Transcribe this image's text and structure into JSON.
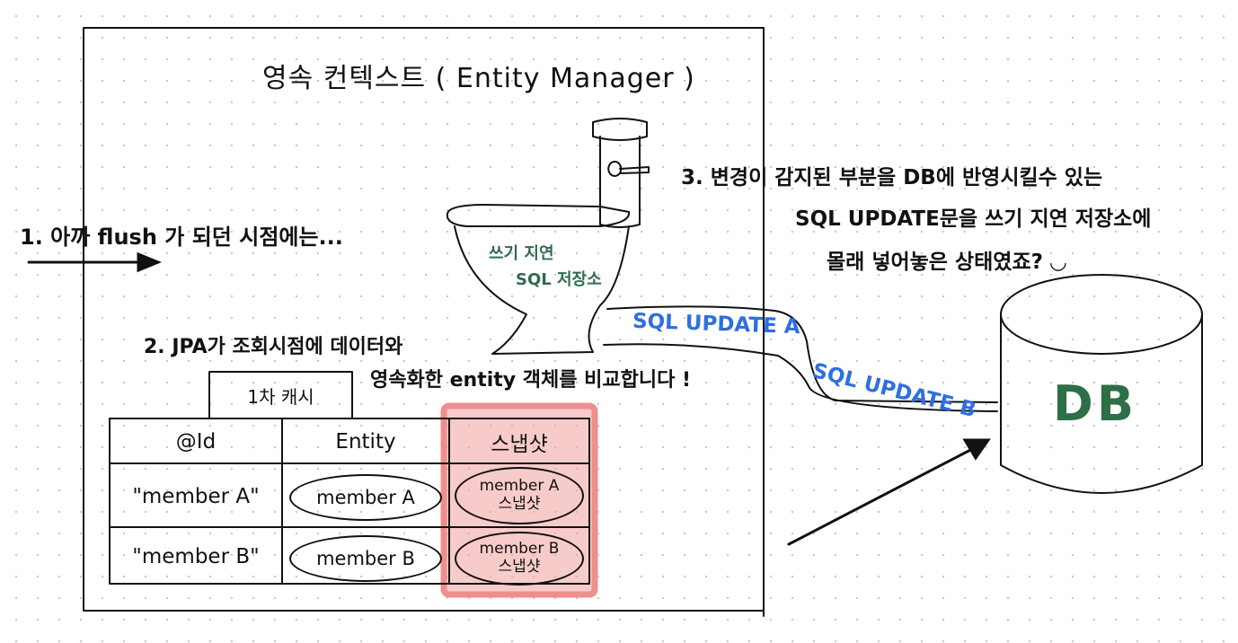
{
  "diagram": {
    "title": "영속 컨텍스트 ( Entity Manager )",
    "step1": "1. 아까 flush 가 되던 시점에는...",
    "step2": {
      "line1": "2. JPA가 조회시점에 데이터와",
      "line2": "영속화한 entity 객체를 비교합니다 !"
    },
    "step3": {
      "line1": "3. 변경이 감지된 부분을 DB에 반영시킬수 있는",
      "line2": "SQL UPDATE문을 쓰기 지연 저장소에",
      "line3": "몰래 넣어놓은 상태였죠? ◡"
    },
    "write_buffer": {
      "line1": "쓰기 지연",
      "line2": "SQL 저장소"
    },
    "sql_statements": [
      "SQL UPDATE A",
      "SQL UPDATE B"
    ],
    "db_label": "DB",
    "cache": {
      "tab_label": "1차 캐시",
      "headers": [
        "@Id",
        "Entity",
        "스냅샷"
      ],
      "rows": [
        {
          "id": "\"member A\"",
          "entity": "member A",
          "snapshot_line1": "member A",
          "snapshot_line2": "스냅샷"
        },
        {
          "id": "\"member B\"",
          "entity": "member B",
          "snapshot_line1": "member B",
          "snapshot_line2": "스냅샷"
        }
      ]
    },
    "colors": {
      "ink": "#111111",
      "write_buffer_text": "#2f6b4f",
      "sql_text": "#2f6fe0",
      "db_text": "#2d6f46",
      "snapshot_highlight": "#f08c8c"
    }
  }
}
